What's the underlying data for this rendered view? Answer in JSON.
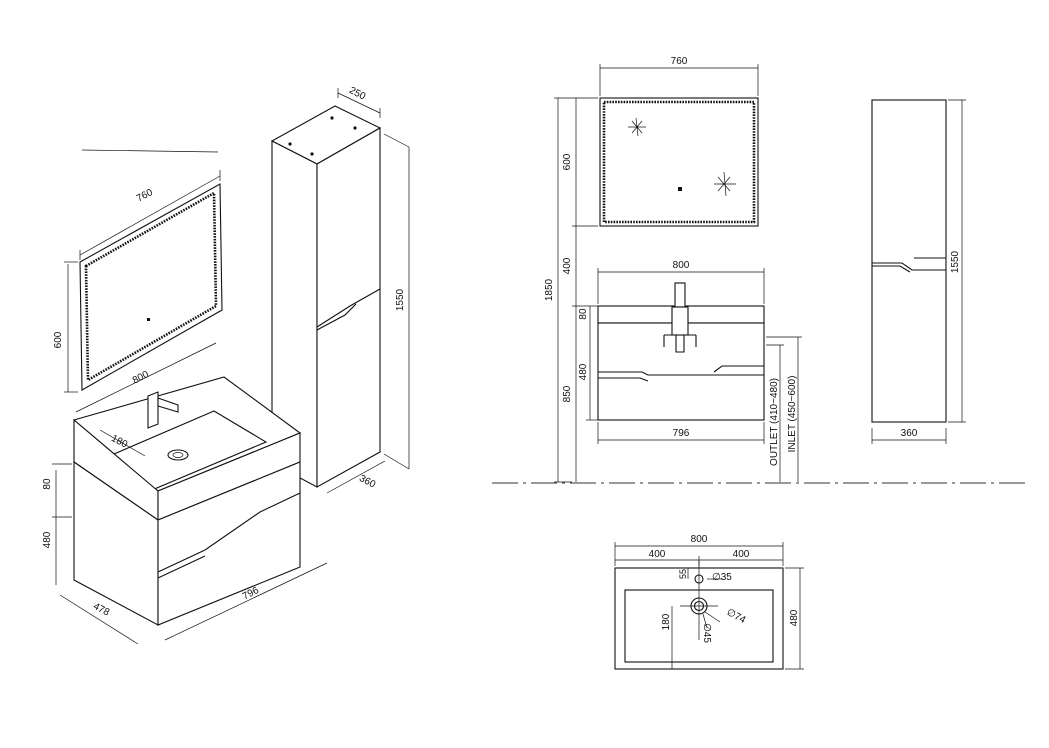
{
  "colors": {
    "line": "#111111",
    "background": "#ffffff"
  },
  "iso_view": {
    "mirror_width": "760",
    "mirror_height": "600",
    "tall_cabinet_depth": "250",
    "tall_cabinet_height": "1550",
    "tall_cabinet_width": "360",
    "basin_width": "800",
    "tap_offset": "180",
    "top_thickness": "80",
    "vanity_height": "480",
    "vanity_depth": "478",
    "vanity_width": "796"
  },
  "front_view": {
    "mirror_width": "760",
    "mirror_height": "600",
    "mirror_gap": "400",
    "total_height": "1850",
    "basin_width": "800",
    "top_thickness": "80",
    "vanity_height": "480",
    "floor_to_top": "850",
    "vanity_width": "796",
    "outlet": "OUTLET (410~480)",
    "inlet": "INLET (450~600)"
  },
  "tall_view": {
    "height": "1550",
    "width": "360"
  },
  "top_view": {
    "total_width": "800",
    "half_left": "400",
    "half_right": "400",
    "tap_hole_offset": "55",
    "tap_hole_dia": "∅35",
    "drain_dia_outer": "∅74",
    "drain_dia_inner": "∅45",
    "drain_offset": "180",
    "depth": "480"
  }
}
